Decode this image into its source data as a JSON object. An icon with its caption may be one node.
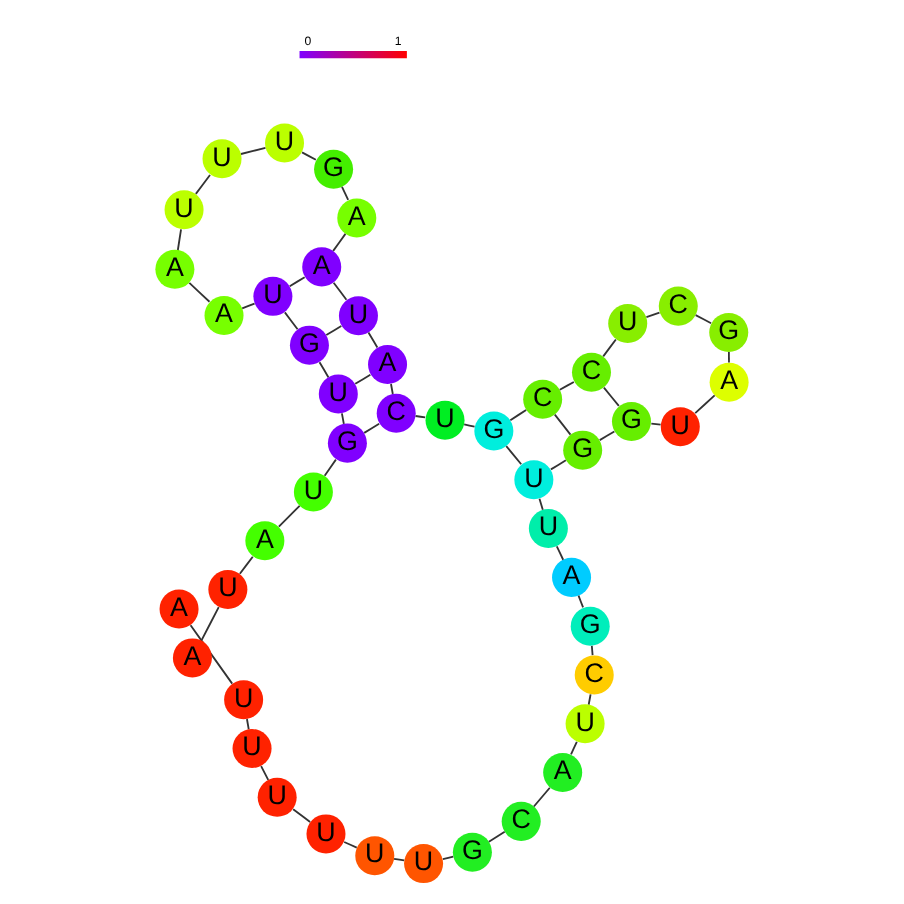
{
  "diagram": {
    "nodes": [
      {
        "text": [
          "A"
        ]
      },
      {
        "text": [
          "U"
        ]
      },
      {
        "text": [
          "U"
        ]
      },
      {
        "text": [
          "U"
        ]
      },
      {
        "text": [
          "U"
        ]
      },
      {
        "text": [
          "U"
        ]
      },
      {
        "text": [
          "U"
        ]
      },
      {
        "text": [
          "G"
        ]
      },
      {
        "text": [
          "C"
        ]
      },
      {
        "text": [
          "A"
        ]
      },
      {
        "text": [
          "U"
        ]
      },
      {
        "text": [
          "C"
        ]
      },
      {
        "text": [
          "G"
        ]
      },
      {
        "text": [
          "A"
        ]
      },
      {
        "text": [
          "U"
        ]
      },
      {
        "text": [
          "U"
        ]
      },
      {
        "text": [
          "G"
        ]
      },
      {
        "text": [
          "G"
        ]
      },
      {
        "text": [
          "U"
        ]
      },
      {
        "text": [
          "A"
        ]
      },
      {
        "text": [
          "G"
        ]
      },
      {
        "text": [
          "C"
        ]
      },
      {
        "text": [
          "U"
        ]
      },
      {
        "text": [
          "C"
        ]
      },
      {
        "text": [
          "C"
        ]
      },
      {
        "text": [
          "G"
        ]
      },
      {
        "text": [
          "U"
        ]
      },
      {
        "text": [
          "C"
        ]
      },
      {
        "text": [
          "A"
        ]
      },
      {
        "text": [
          "U"
        ]
      },
      {
        "text": [
          "A"
        ]
      },
      {
        "text": [
          "A"
        ]
      },
      {
        "text": [
          "G"
        ]
      },
      {
        "text": [
          "U"
        ]
      },
      {
        "text": [
          "U"
        ]
      },
      {
        "text": [
          "U"
        ]
      },
      {
        "text": [
          "A"
        ]
      },
      {
        "text": [
          "A"
        ]
      },
      {
        "text": [
          "U"
        ]
      },
      {
        "text": [
          "G"
        ]
      },
      {
        "text": [
          "U"
        ]
      },
      {
        "text": [
          "G"
        ]
      },
      {
        "text": [
          "U"
        ]
      },
      {
        "text": [
          "A"
        ]
      },
      {
        "text": [
          "U"
        ]
      },
      {
        "text": [
          "A"
        ]
      }
    ],
    "edges": [
      {
        "from": 0,
        "to": 1,
        "arrow": "none"
      },
      {
        "from": 1,
        "to": 2,
        "arrow": "none"
      },
      {
        "from": 2,
        "to": 3,
        "arrow": "none"
      },
      {
        "from": 3,
        "to": 4,
        "arrow": "none"
      },
      {
        "from": 4,
        "to": 5,
        "arrow": "none"
      },
      {
        "from": 5,
        "to": 6,
        "arrow": "none"
      },
      {
        "from": 6,
        "to": 7,
        "arrow": "none"
      },
      {
        "from": 7,
        "to": 8,
        "arrow": "none"
      },
      {
        "from": 8,
        "to": 9,
        "arrow": "none"
      },
      {
        "from": 9,
        "to": 10,
        "arrow": "none"
      },
      {
        "from": 10,
        "to": 11,
        "arrow": "none"
      },
      {
        "from": 11,
        "to": 12,
        "arrow": "none"
      },
      {
        "from": 12,
        "to": 13,
        "arrow": "none"
      },
      {
        "from": 13,
        "to": 14,
        "arrow": "none"
      },
      {
        "from": 14,
        "to": 15,
        "arrow": "none"
      },
      {
        "from": 15,
        "to": 16,
        "arrow": "none"
      },
      {
        "from": 16,
        "to": 17,
        "arrow": "none"
      },
      {
        "from": 17,
        "to": 18,
        "arrow": "none"
      },
      {
        "from": 18,
        "to": 19,
        "arrow": "none"
      },
      {
        "from": 19,
        "to": 20,
        "arrow": "none"
      },
      {
        "from": 20,
        "to": 21,
        "arrow": "none"
      },
      {
        "from": 21,
        "to": 22,
        "arrow": "none"
      },
      {
        "from": 22,
        "to": 23,
        "arrow": "none"
      },
      {
        "from": 23,
        "to": 24,
        "arrow": "none"
      },
      {
        "from": 24,
        "to": 25,
        "arrow": "none"
      },
      {
        "from": 25,
        "to": 26,
        "arrow": "none"
      },
      {
        "from": 26,
        "to": 27,
        "arrow": "none"
      },
      {
        "from": 27,
        "to": 28,
        "arrow": "none"
      },
      {
        "from": 28,
        "to": 29,
        "arrow": "none"
      },
      {
        "from": 29,
        "to": 30,
        "arrow": "none"
      },
      {
        "from": 30,
        "to": 31,
        "arrow": "none"
      },
      {
        "from": 31,
        "to": 32,
        "arrow": "none"
      },
      {
        "from": 32,
        "to": 33,
        "arrow": "none"
      },
      {
        "from": 33,
        "to": 34,
        "arrow": "none"
      },
      {
        "from": 34,
        "to": 35,
        "arrow": "none"
      },
      {
        "from": 35,
        "to": 36,
        "arrow": "none"
      },
      {
        "from": 36,
        "to": 37,
        "arrow": "none"
      },
      {
        "from": 37,
        "to": 38,
        "arrow": "none"
      },
      {
        "from": 38,
        "to": 39,
        "arrow": "none"
      },
      {
        "from": 39,
        "to": 40,
        "arrow": "none"
      },
      {
        "from": 40,
        "to": 41,
        "arrow": "none"
      },
      {
        "from": 41,
        "to": 42,
        "arrow": "none"
      },
      {
        "from": 42,
        "to": 43,
        "arrow": "none"
      },
      {
        "from": 43,
        "to": 44,
        "arrow": "none"
      },
      {
        "from": 44,
        "to": 45,
        "arrow": "none"
      },
      {
        "from": 15,
        "to": 25,
        "arrow": "none"
      },
      {
        "from": 16,
        "to": 24,
        "arrow": "none"
      },
      {
        "from": 17,
        "to": 23,
        "arrow": "none"
      },
      {
        "from": 27,
        "to": 41,
        "arrow": "none"
      },
      {
        "from": 28,
        "to": 40,
        "arrow": "none"
      },
      {
        "from": 29,
        "to": 39,
        "arrow": "none"
      },
      {
        "from": 30,
        "to": 38,
        "arrow": "none"
      }
    ],
    "labels": [
      "0",
      "1"
    ]
  }
}
